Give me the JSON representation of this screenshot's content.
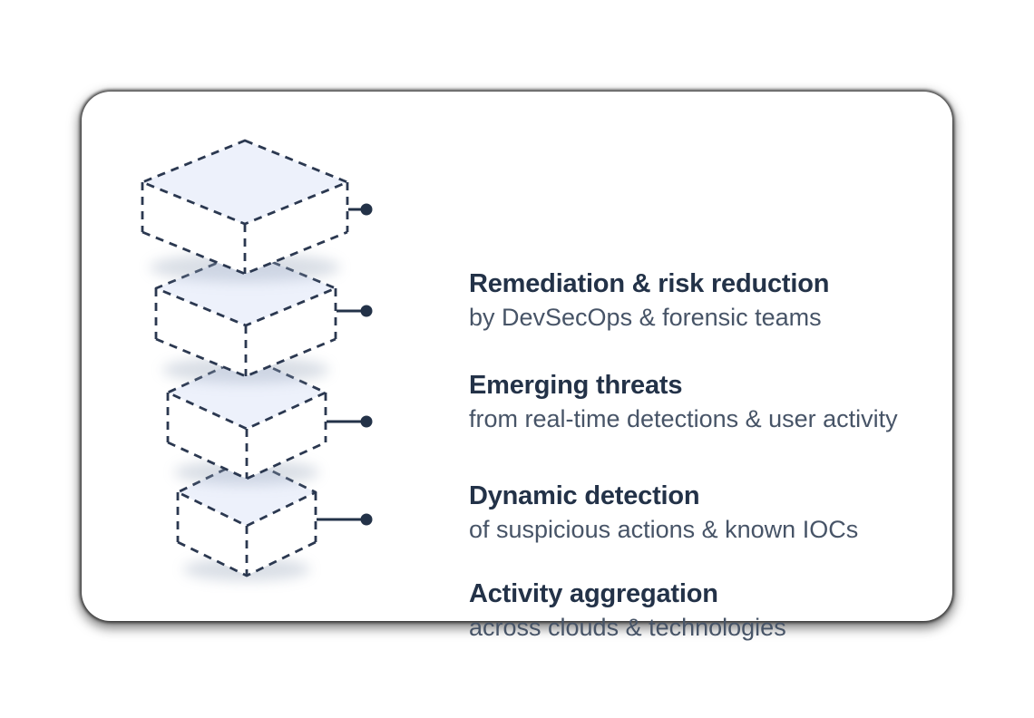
{
  "diagram": {
    "rows": [
      {
        "title": "Remediation & risk reduction",
        "subtitle": "by DevSecOps & forensic teams"
      },
      {
        "title": "Emerging threats",
        "subtitle": "from real-time detections & user activity"
      },
      {
        "title": "Dynamic detection",
        "subtitle": "of suspicious actions & known IOCs"
      },
      {
        "title": "Activity aggregation",
        "subtitle": "across clouds & technologies"
      }
    ],
    "colors": {
      "title_text": "#233248",
      "subtitle_text": "#475467",
      "box_outline": "#2b3850",
      "box_top_face": "#edf1fb",
      "box_side_face": "#ffffff",
      "connector": "#233248",
      "card_background": "#ffffff"
    }
  }
}
